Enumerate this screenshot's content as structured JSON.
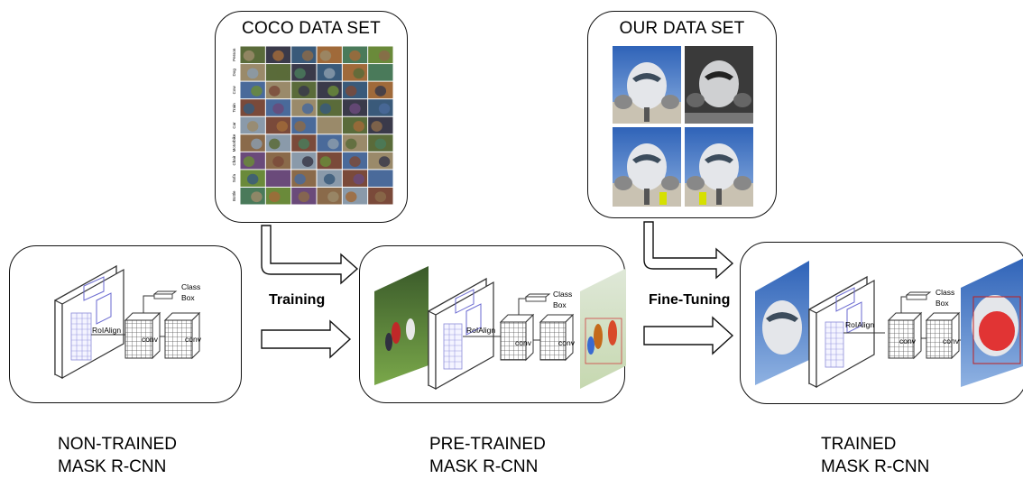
{
  "datasets": {
    "coco": {
      "title": "COCO DATA SET"
    },
    "ours": {
      "title": "OUR DATA SET"
    }
  },
  "coco_row_labels": [
    "Person",
    "Dog",
    "Cow",
    "Train",
    "Car",
    "Motorbike",
    "Chair",
    "Sofa",
    "Bottle"
  ],
  "arrows": {
    "training": "Training",
    "fine_tuning": "Fine-Tuning"
  },
  "network": {
    "class_label": "Class",
    "box_label": "Box",
    "roialign_label": "RoIAlign",
    "conv_label": "conv"
  },
  "stages": [
    {
      "line1": "NON-TRAINED",
      "line2": "MASK R-CNN"
    },
    {
      "line1": "PRE-TRAINED",
      "line2": "MASK R-CNN"
    },
    {
      "line1": "TRAINED",
      "line2": "MASK R-CNN"
    }
  ],
  "colors": {
    "stroke": "#111111",
    "grid": "#6a6ad0",
    "sky": "#3a6fc0"
  }
}
